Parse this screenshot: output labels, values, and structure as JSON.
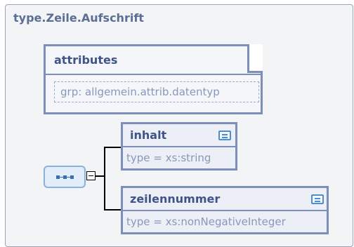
{
  "type_name": "type.Zeile.Aufschrift",
  "attributes": {
    "title": "attributes",
    "group_ref": "grp: allgemein.attrib.datentyp"
  },
  "sequence": {
    "icon": "sequence-icon",
    "collapse_icon": "collapse-minus-icon"
  },
  "elements": [
    {
      "name": "inhalt",
      "type_label": "type = xs:string",
      "doc_icon": "documentation-icon"
    },
    {
      "name": "zeilennummer",
      "type_label": "type = xs:nonNegativeInteger",
      "doc_icon": "documentation-icon"
    }
  ],
  "colors": {
    "border": "#7d8fb8",
    "title": "#3f5488",
    "muted_text": "#8a97bd",
    "header_text": "#5b6e95",
    "accent": "#4d8ed0"
  }
}
